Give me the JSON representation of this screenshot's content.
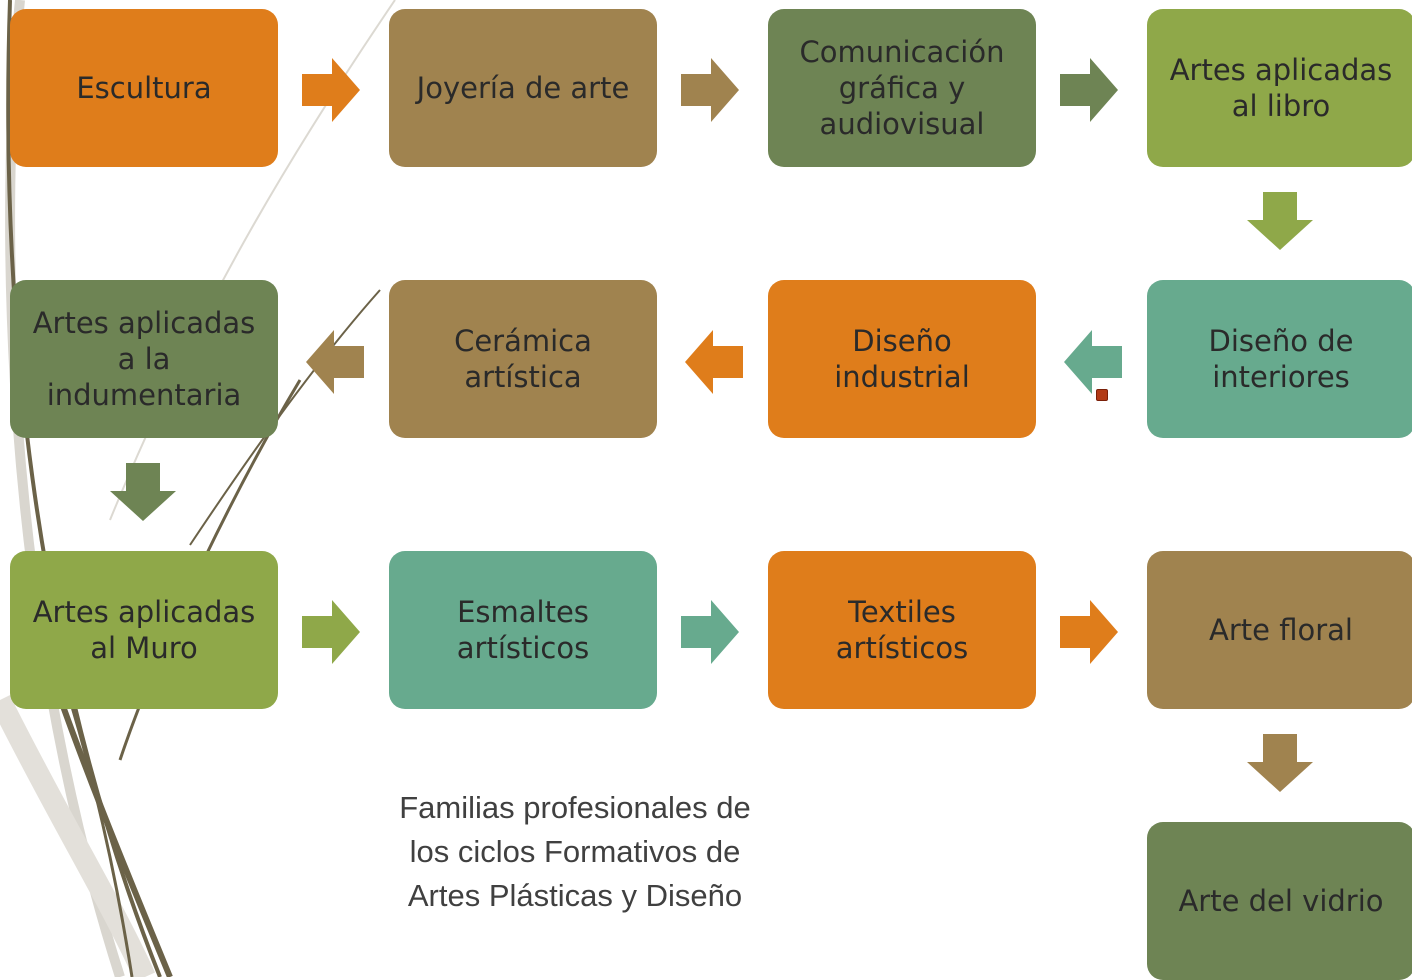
{
  "colors": {
    "orange": "#df7d1b",
    "tan": "#a0834f",
    "darkgreen": "#6e8454",
    "lightgreen": "#8fa849",
    "teal": "#67aa8e"
  },
  "boxes": [
    {
      "id": "escultura",
      "label": "Escultura",
      "color": "#df7d1b"
    },
    {
      "id": "joyeria",
      "label": "Joyería de arte",
      "color": "#a0834f"
    },
    {
      "id": "comunicacion",
      "label": "Comunicación\ngráfica y\naudiovisual",
      "color": "#6e8454"
    },
    {
      "id": "artes-libro",
      "label": "Artes aplicadas\nal libro",
      "color": "#8fa849"
    },
    {
      "id": "indumentaria",
      "label": "Artes aplicadas\na la\nindumentaria",
      "color": "#6e8454"
    },
    {
      "id": "ceramica",
      "label": "Cerámica\nartística",
      "color": "#a0834f"
    },
    {
      "id": "diseno-industrial",
      "label": "Diseño\nindustrial",
      "color": "#df7d1b"
    },
    {
      "id": "diseno-interiores",
      "label": "Diseño de\ninteriores",
      "color": "#67aa8e"
    },
    {
      "id": "artes-muro",
      "label": "Artes aplicadas\nal Muro",
      "color": "#8fa849"
    },
    {
      "id": "esmaltes",
      "label": "Esmaltes\nartísticos",
      "color": "#67aa8e"
    },
    {
      "id": "textiles",
      "label": "Textiles\nartísticos",
      "color": "#df7d1b"
    },
    {
      "id": "arte-floral",
      "label": "Arte floral",
      "color": "#a0834f"
    },
    {
      "id": "arte-vidrio",
      "label": "Arte del vidrio",
      "color": "#6e8454"
    }
  ],
  "arrows": [
    {
      "id": "escultura-joyeria",
      "dir": "right",
      "color": "#df7d1b"
    },
    {
      "id": "joyeria-comunicacion",
      "dir": "right",
      "color": "#a0834f"
    },
    {
      "id": "comunicacion-libro",
      "dir": "right",
      "color": "#6e8454"
    },
    {
      "id": "libro-interiores",
      "dir": "down",
      "color": "#8fa849"
    },
    {
      "id": "interiores-industrial",
      "dir": "left",
      "color": "#67aa8e"
    },
    {
      "id": "industrial-ceramica",
      "dir": "left",
      "color": "#df7d1b"
    },
    {
      "id": "ceramica-indumentaria",
      "dir": "left",
      "color": "#a0834f"
    },
    {
      "id": "indumentaria-muro",
      "dir": "down",
      "color": "#6e8454"
    },
    {
      "id": "muro-esmaltes",
      "dir": "right",
      "color": "#8fa849"
    },
    {
      "id": "esmaltes-textiles",
      "dir": "right",
      "color": "#67aa8e"
    },
    {
      "id": "textiles-floral",
      "dir": "right",
      "color": "#df7d1b"
    },
    {
      "id": "floral-vidrio",
      "dir": "down",
      "color": "#a0834f"
    }
  ],
  "caption": "Familias profesionales de\nlos ciclos Formativos de\nArtes Plásticas y Diseño"
}
